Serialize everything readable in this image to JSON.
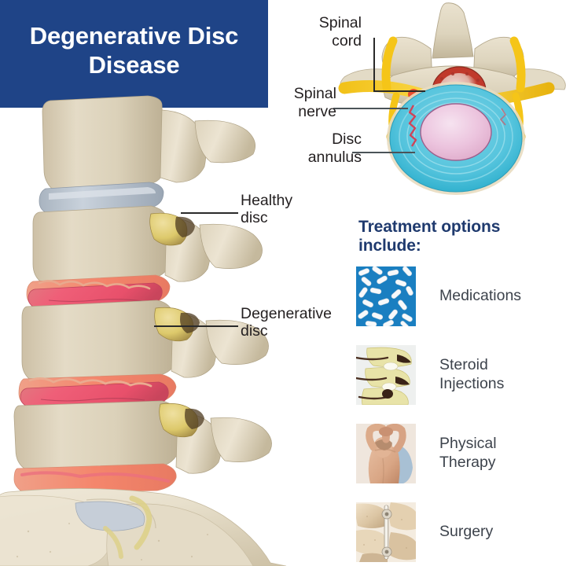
{
  "title": {
    "text": "Degenerative Disc Disease",
    "banner_color": "#1f4487",
    "text_color": "#ffffff"
  },
  "spine_diagram": {
    "name": "lateral-lumbar-spine-illustration",
    "labels": [
      {
        "id": "healthy-disc",
        "text": "Healthy\ndisc"
      },
      {
        "id": "degenerative-disc",
        "text": "Degenerative\ndisc"
      }
    ],
    "colors": {
      "bone": "#d8cdb6",
      "bone_light": "#e8dfcb",
      "bone_shadow": "#b8ab90",
      "healthy_disc": "#b8c2cc",
      "degenerated_disc": "#e8607a",
      "inflammation": "#f2836f",
      "facet_cartilage": "#ddc96b",
      "sacrum": "#e6ddc8"
    }
  },
  "cross_section_diagram": {
    "name": "vertebra-axial-cross-section",
    "labels": [
      {
        "id": "spinal-cord",
        "text": "Spinal\ncord"
      },
      {
        "id": "spinal-nerve",
        "text": "Spinal\nnerve"
      },
      {
        "id": "disc-annulus",
        "text": "Disc\nannulus"
      }
    ],
    "colors": {
      "bone": "#ddd5c0",
      "bone_edge": "#b9ad93",
      "nerve_yellow": "#f5c518",
      "cord_red": "#c0392b",
      "cord_inner": "#f0d8d0",
      "annulus_blue": "#5ec8e0",
      "annulus_outer": "#9fdcea",
      "nucleus_pink": "#e9bdd8",
      "inflamed_nerve": "#e8422c"
    }
  },
  "treatment": {
    "heading": "Treatment options include:",
    "heading_color": "#1f3a6e",
    "label_color": "#3d434c",
    "options": [
      {
        "id": "medications",
        "label": "Medications",
        "thumb": "pills-thumbnail"
      },
      {
        "id": "steroid-injections",
        "label": "Steroid\nInjections",
        "thumb": "spine-injection-thumbnail"
      },
      {
        "id": "physical-therapy",
        "label": "Physical\nTherapy",
        "thumb": "stretching-person-thumbnail"
      },
      {
        "id": "surgery",
        "label": "Surgery",
        "thumb": "spinal-hardware-thumbnail"
      }
    ]
  }
}
